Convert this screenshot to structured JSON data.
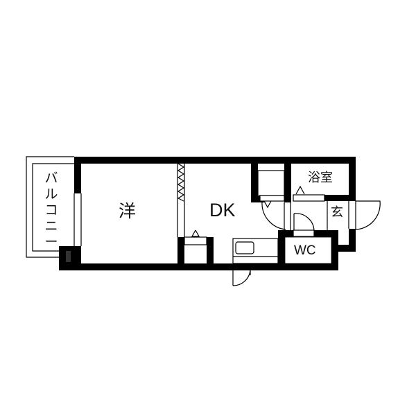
{
  "floor_plan": {
    "rooms": {
      "western_room": {
        "label": "洋"
      },
      "dining_kitchen": {
        "label": "DK"
      },
      "bathroom": {
        "label": "浴室"
      },
      "entrance": {
        "label": "玄"
      },
      "toilet": {
        "label": "WC"
      },
      "balcony": {
        "label": "バルコニー"
      }
    },
    "colors": {
      "wall": "#000000",
      "line": "#000000",
      "background": "#ffffff"
    }
  }
}
